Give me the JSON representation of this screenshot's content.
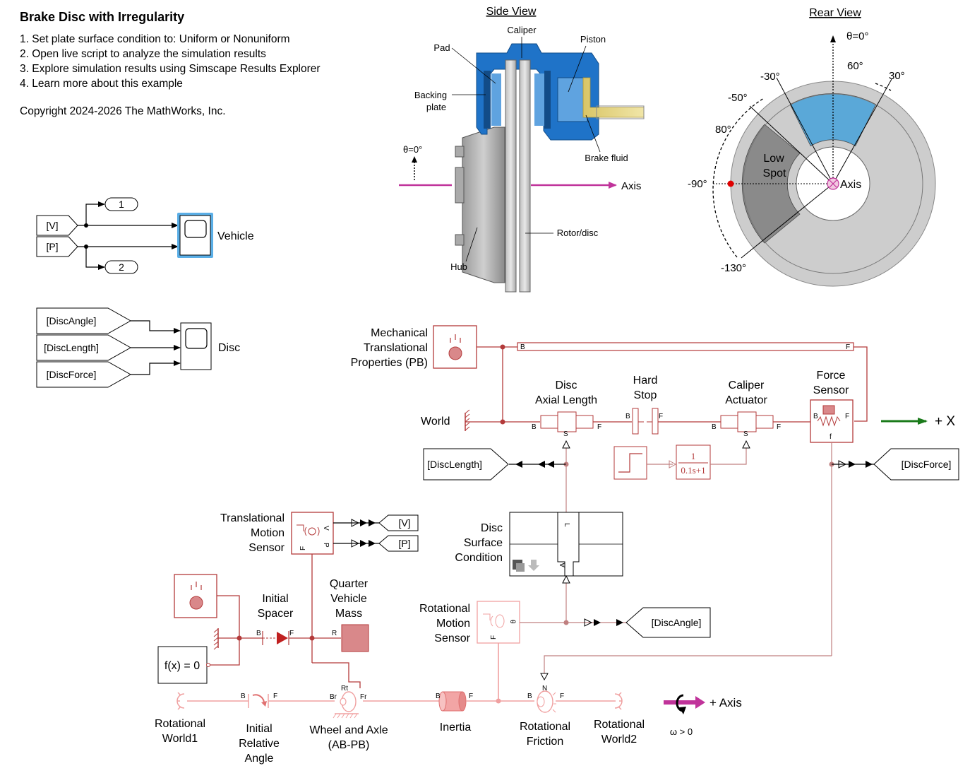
{
  "title": "Brake Disc with Irregularity",
  "instructions": [
    "1. Set plate surface condition to: Uniform or Nonuniform",
    "2. Open live script to analyze the simulation results",
    "3. Explore simulation results using Simscape Results Explorer",
    "4. Learn more about this example"
  ],
  "copyright": "Copyright 2024-2026 The MathWorks, Inc.",
  "side_view": {
    "title": "Side View",
    "labels": {
      "caliper": "Caliper",
      "pad": "Pad",
      "piston": "Piston",
      "backing_plate_line1": "Backing",
      "backing_plate_line2": "plate",
      "theta": "θ=0°",
      "brake_fluid": "Brake fluid",
      "axis": "Axis",
      "rotor": "Rotor/disc",
      "hub": "Hub"
    }
  },
  "rear_view": {
    "title": "Rear View",
    "labels": {
      "theta": "θ=0°",
      "deg_60": "60°",
      "deg_neg30": "-30°",
      "deg_30": "30°",
      "deg_neg50": "-50°",
      "deg_80": "80°",
      "deg_neg90": "-90°",
      "deg_neg130": "-130°",
      "low_spot_line1": "Low",
      "low_spot_line2": "Spot",
      "axis": "Axis"
    }
  },
  "scopes": {
    "vehicle": {
      "label": "Vehicle",
      "inputs": [
        "[V]",
        "[P]"
      ],
      "outports": [
        "1",
        "2"
      ]
    },
    "disc": {
      "label": "Disc",
      "inputs": [
        "[DiscAngle]",
        "[DiscLength]",
        "[DiscForce]"
      ]
    }
  },
  "blocks": {
    "mech_props": [
      "Mechanical",
      "Translational",
      "Properties (PB)"
    ],
    "world": "World",
    "disc_axial_length": [
      "Disc",
      "Axial Length"
    ],
    "hard_stop": [
      "Hard",
      "Stop"
    ],
    "caliper_actuator": [
      "Caliper",
      "Actuator"
    ],
    "force_sensor": [
      "Force",
      "Sensor"
    ],
    "plus_x": "+ X",
    "transfer_fn": {
      "num": "1",
      "den": "0.1s+1"
    },
    "goto_disc_length": "[DiscLength]",
    "goto_disc_force": "[DiscForce]",
    "goto_disc_angle": "[DiscAngle]",
    "goto_v": "[V]",
    "goto_p": "[P]",
    "disc_surface_condition": [
      "Disc",
      "Surface",
      "Condition"
    ],
    "translational_motion_sensor": [
      "Translational",
      "Motion",
      "Sensor"
    ],
    "initial_spacer": [
      "Initial",
      "Spacer"
    ],
    "quarter_vehicle_mass": [
      "Quarter",
      "Vehicle",
      "Mass"
    ],
    "solver_config": "f(x) = 0",
    "rotational_motion_sensor": [
      "Rotational",
      "Motion",
      "Sensor"
    ],
    "rotational_world1": [
      "Rotational",
      "World1"
    ],
    "initial_relative_angle": [
      "Initial",
      "Relative",
      "Angle"
    ],
    "wheel_and_axle": [
      "Wheel and Axle",
      "(AB-PB)"
    ],
    "inertia": "Inertia",
    "rotational_friction": [
      "Rotational",
      "Friction"
    ],
    "rotational_world2": [
      "Rotational",
      "World2"
    ],
    "plus_axis": "+ Axis",
    "omega": "ω > 0"
  },
  "ports": {
    "B": "B",
    "F": "F",
    "S": "S",
    "R": "R",
    "V": "V",
    "P": "P",
    "L": "L",
    "A": "A",
    "N": "N",
    "f": "f",
    "Br": "Br",
    "Fr": "Fr",
    "Rt": "Rt"
  },
  "colors": {
    "simscape_red": "#b33a3a",
    "block_fill_red": "#d9888a",
    "caliper_blue": "#1f73c8",
    "pad_blue": "#5fa3e0",
    "brake_fluid": "#e8d98a",
    "axis_magenta": "#c0339a",
    "low_spot_grey": "#8a8a8a",
    "disc_grey": "#cdcdcd",
    "pad_arc_blue": "#5aa8d8",
    "green_arrow": "#1a7a1a"
  }
}
